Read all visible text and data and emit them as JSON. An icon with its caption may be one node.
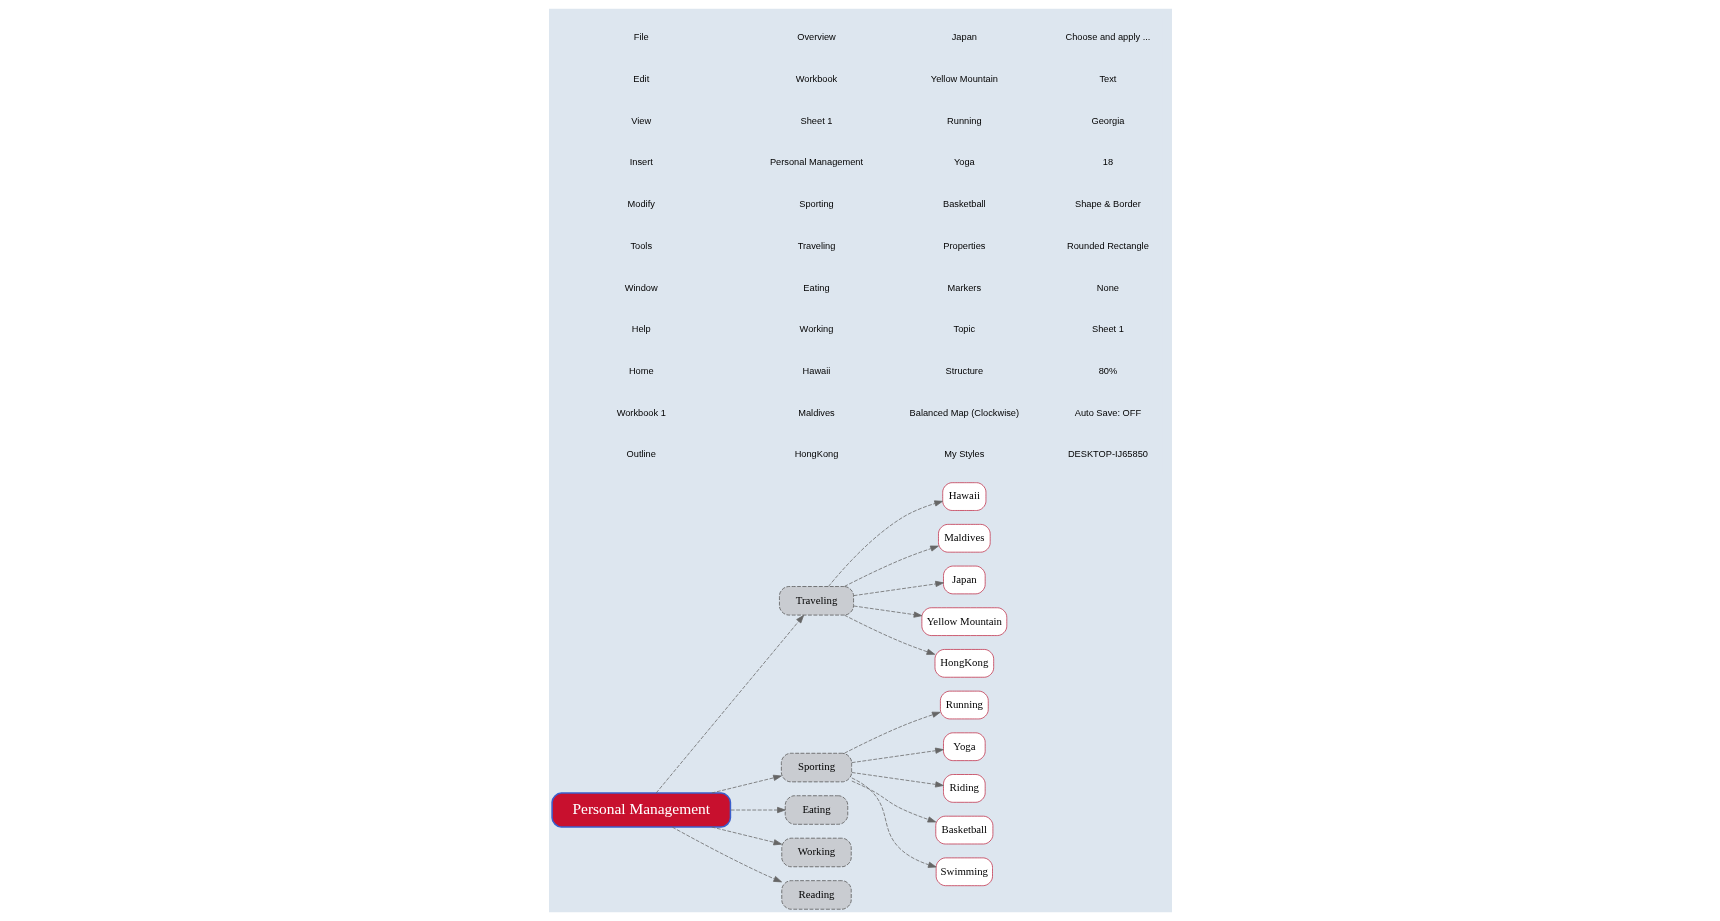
{
  "diagram": {
    "nodes": [
      {
        "text": [
          "Personal Management"
        ]
      },
      {
        "text": [
          "Traveling"
        ]
      },
      {
        "text": [
          "Hawaii"
        ]
      },
      {
        "text": [
          "Maldives"
        ]
      },
      {
        "text": [
          "Japan"
        ]
      },
      {
        "text": [
          "Yellow Mountain"
        ]
      },
      {
        "text": [
          "HongKong"
        ]
      },
      {
        "text": [
          "Sporting"
        ]
      },
      {
        "text": [
          "Running"
        ]
      },
      {
        "text": [
          "Yoga"
        ]
      },
      {
        "text": [
          "Riding"
        ]
      },
      {
        "text": [
          "Basketball"
        ]
      },
      {
        "text": [
          "Swimming"
        ]
      },
      {
        "text": [
          "Eating"
        ]
      },
      {
        "text": [
          "Working"
        ]
      },
      {
        "text": [
          "Reading"
        ]
      }
    ],
    "edges": [
      {
        "from": 0,
        "to": 1,
        "arrow": "to",
        "style": "dashed"
      },
      {
        "from": 1,
        "to": 2,
        "arrow": "to",
        "style": "dashed"
      },
      {
        "from": 1,
        "to": 3,
        "arrow": "to",
        "style": "dashed"
      },
      {
        "from": 1,
        "to": 4,
        "arrow": "to",
        "style": "dashed"
      },
      {
        "from": 1,
        "to": 5,
        "arrow": "to",
        "style": "dashed"
      },
      {
        "from": 1,
        "to": 6,
        "arrow": "to",
        "style": "dashed"
      },
      {
        "from": 0,
        "to": 7,
        "arrow": "to",
        "style": "dashed"
      },
      {
        "from": 7,
        "to": 8,
        "arrow": "to",
        "style": "dashed"
      },
      {
        "from": 7,
        "to": 9,
        "arrow": "to",
        "style": "dashed"
      },
      {
        "from": 7,
        "to": 10,
        "arrow": "to",
        "style": "dashed"
      },
      {
        "from": 7,
        "to": 11,
        "arrow": "to",
        "style": "dashed"
      },
      {
        "from": 7,
        "to": 12,
        "arrow": "to",
        "style": "dashed"
      },
      {
        "from": 0,
        "to": 13,
        "arrow": "to",
        "style": "dashed"
      },
      {
        "from": 0,
        "to": 14,
        "arrow": "to",
        "style": "dashed"
      },
      {
        "from": 0,
        "to": 15,
        "arrow": "to",
        "style": "dashed"
      }
    ],
    "labels": [
      "File",
      "Edit",
      "View",
      "Insert",
      "Modify",
      "Tools",
      "Window",
      "Help",
      "Home",
      "Workbook 1",
      "Outline",
      "Overview",
      "Workbook",
      "Sheet 1",
      "Personal Management",
      "Sporting",
      "Traveling",
      "Eating",
      "Working",
      "Hawaii",
      "Maldives",
      "HongKong",
      "Japan",
      "Yellow Mountain",
      "Running",
      "Yoga",
      "Basketball",
      "Properties",
      "Markers",
      "Topic",
      "Structure",
      "Balanced Map (Clockwise)",
      "My Styles",
      "Choose and apply ...",
      "Text",
      "Georgia",
      "18",
      "Shape & Border",
      "Rounded Rectangle",
      "None",
      "Sheet 1",
      "80%",
      "Auto Save: OFF",
      "DESKTOP-IJ65850"
    ]
  }
}
